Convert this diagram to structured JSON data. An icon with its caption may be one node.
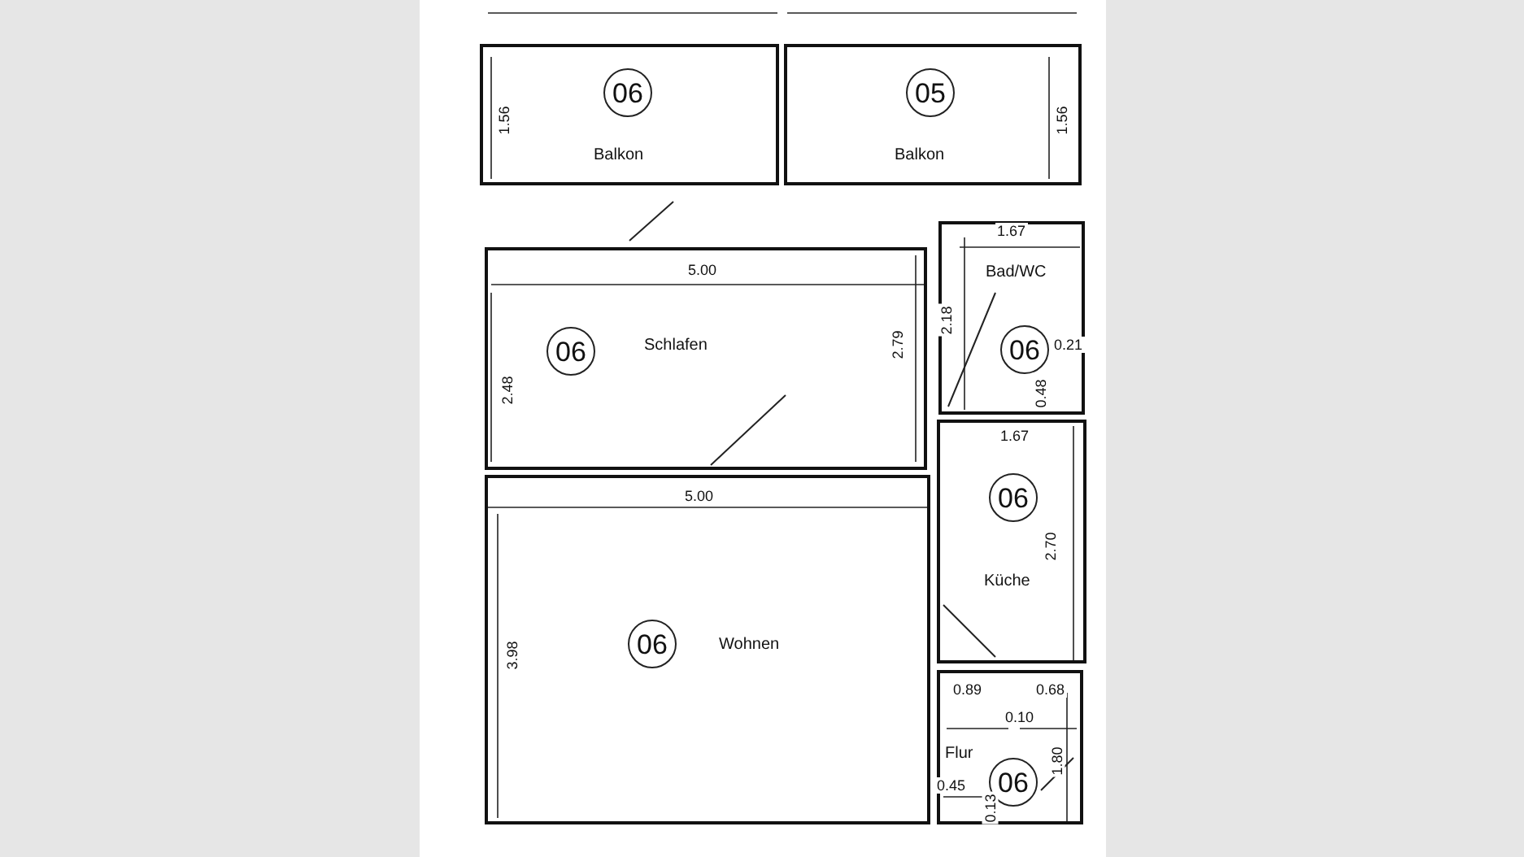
{
  "diagram": {
    "nodes": [
      {
        "text": [
          "06",
          "Balkon"
        ]
      },
      {
        "text": [
          "05",
          "Balkon"
        ]
      },
      {
        "text": [
          "06",
          "Schlafen"
        ]
      },
      {
        "text": [
          "Bad/WC",
          "06"
        ]
      },
      {
        "text": [
          "06",
          "Küche"
        ]
      },
      {
        "text": [
          "06",
          "Wohnen"
        ]
      },
      {
        "text": [
          "Flur",
          "06"
        ]
      }
    ],
    "labels": [
      "1.56",
      "1.56",
      "1.67",
      "5.00",
      "2.48",
      "2.79",
      "2.18",
      "0.21",
      "0.48",
      "1.67",
      "5.00",
      "2.70",
      "3.98",
      "0.89",
      "0.68",
      "0.10",
      "1.80",
      "0.45",
      "0.13"
    ]
  }
}
